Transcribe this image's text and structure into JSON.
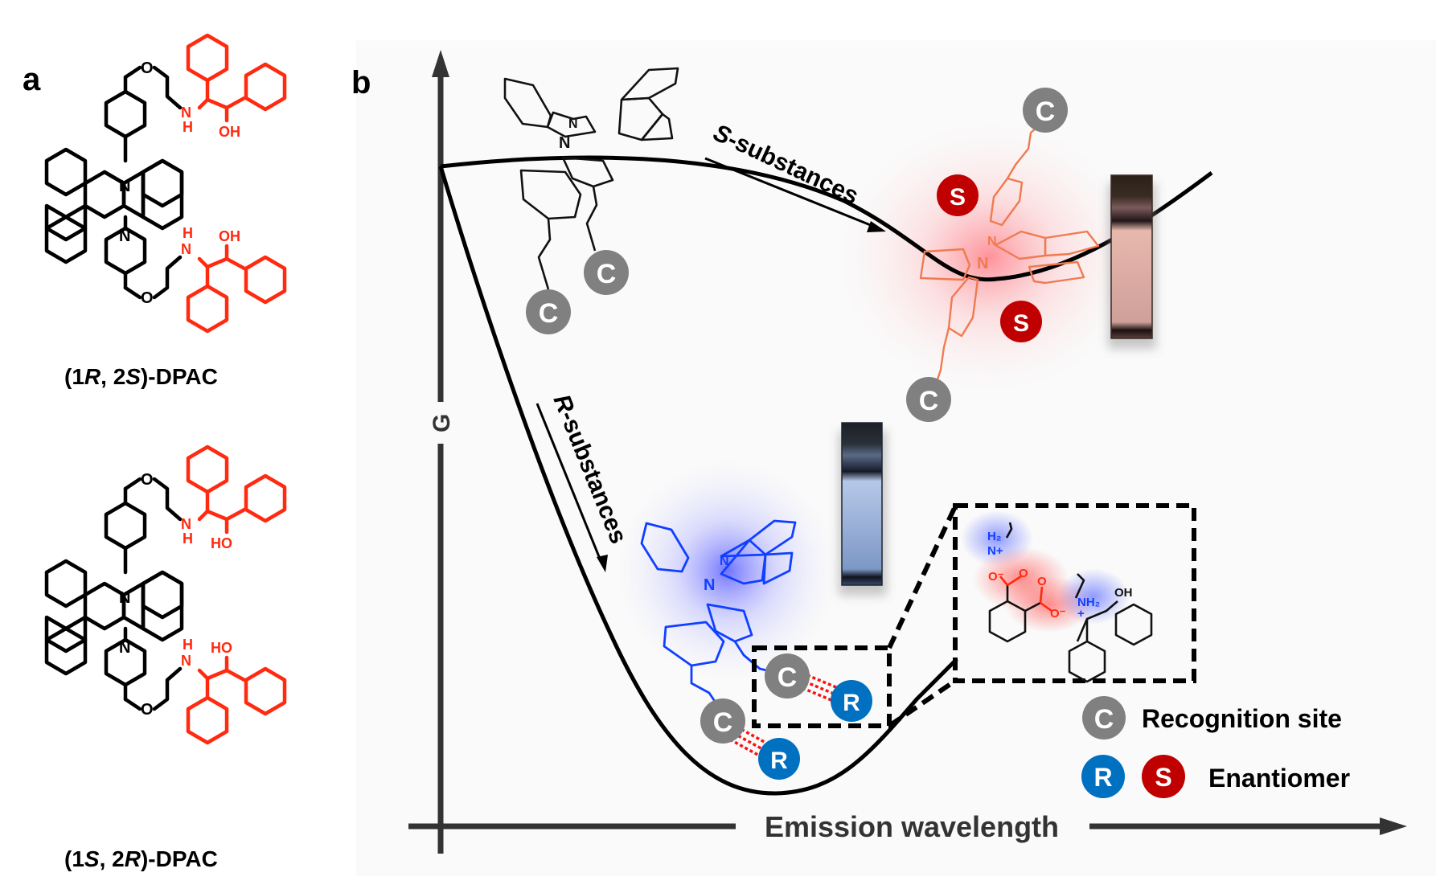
{
  "panel_a": {
    "label": "a",
    "molecules": [
      {
        "name_prefix": "(1",
        "name_r1": "R",
        "name_mid": ", 2",
        "name_r2": "S",
        "name_suffix": ")-DPAC",
        "atoms": {
          "ether_o": "O",
          "amine_n": "N",
          "amine_h": "H",
          "hydroxyl": "OH",
          "core_n": "N"
        }
      },
      {
        "name_prefix": "(1",
        "name_r1": "S",
        "name_mid": ", 2",
        "name_r2": "R",
        "name_suffix": ")-DPAC",
        "atoms": {
          "ether_o": "O",
          "amine_n": "N",
          "amine_h": "H",
          "hydroxyl": "HO",
          "core_n": "N"
        }
      }
    ]
  },
  "panel_b": {
    "label": "b",
    "y_axis_label": "G",
    "x_axis_label": "Emission wavelength",
    "s_path_label_italic": "S",
    "s_path_label_rest": "-substances",
    "r_path_label_italic": "R",
    "r_path_label_rest": "-substances",
    "nitrogen": "N",
    "recognition_glyph": "C",
    "r_glyph": "R",
    "s_glyph": "S",
    "inset": {
      "h2": "H₂",
      "n_plus": "N+",
      "o": "O",
      "o_minus": "O⁻",
      "nh2": "NH₂",
      "plus": "+",
      "minus": "–",
      "oh": "OH"
    },
    "legend": [
      {
        "glyphs": [
          "C"
        ],
        "label": "Recognition site"
      },
      {
        "glyphs": [
          "R",
          "S"
        ],
        "label": "Enantiomer"
      }
    ],
    "colors": {
      "recognition_site": "#808080",
      "r_enantiomer": "#0070c0",
      "s_enantiomer": "#c00000",
      "s_complex": "#f07a50",
      "r_complex": "#1040ff",
      "chiral_arm": "#ff2a10",
      "background": "#fafafa"
    }
  }
}
